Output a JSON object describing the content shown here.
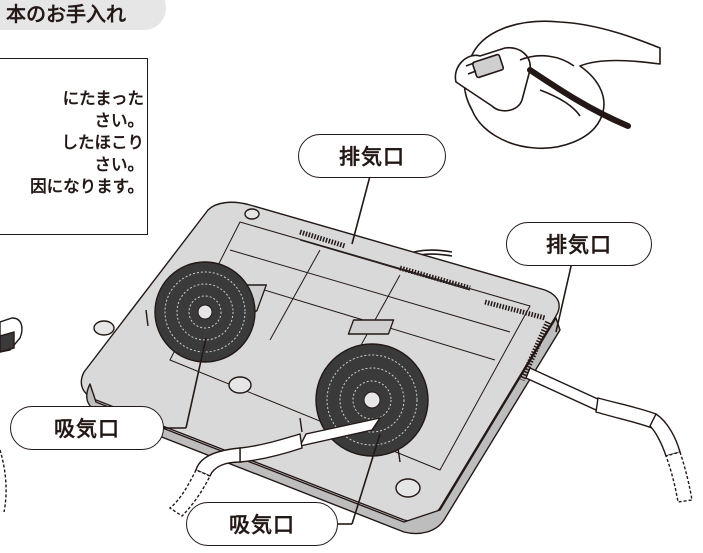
{
  "header": {
    "title": "本のお手入れ"
  },
  "note": {
    "lines": [
      "にたまった",
      "さい。",
      "したほこり",
      "さい。",
      "因になります。"
    ]
  },
  "callouts": {
    "exhaust_top": "排気口",
    "exhaust_right": "排気口",
    "intake_left": "吸気口",
    "intake_bottom": "吸気口"
  },
  "colors": {
    "body_fill": "#d9d9d9",
    "fan_fill": "#3a3a3a",
    "outline": "#231815",
    "tab_fill": "#e6e6e6"
  }
}
